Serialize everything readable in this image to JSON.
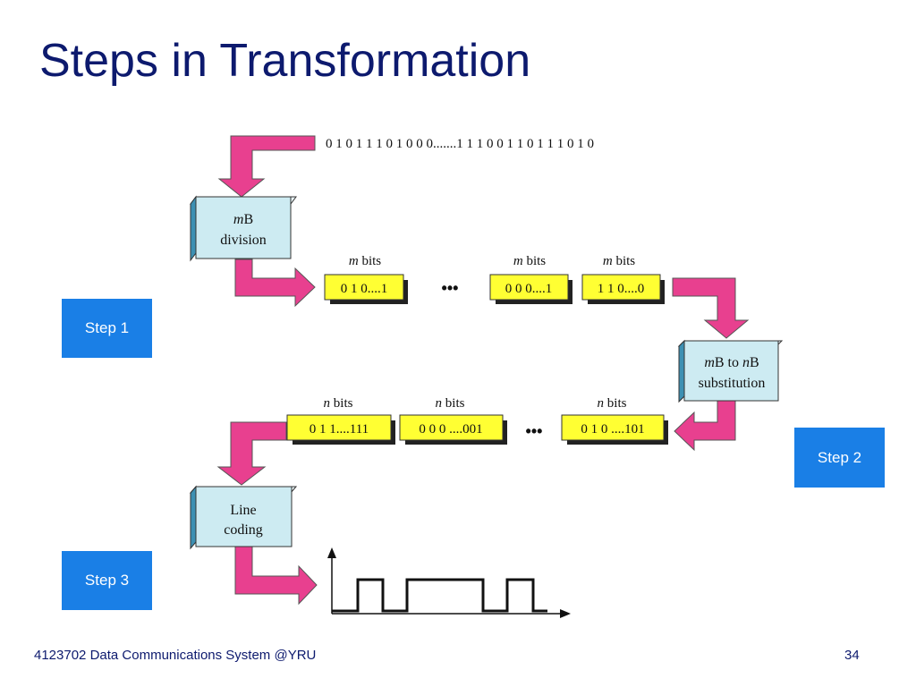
{
  "slide": {
    "title": "Steps in Transformation",
    "footer_left": "4123702 Data Communications System @YRU",
    "page_number": "34"
  },
  "steps": {
    "step1": "Step 1",
    "step2": "Step 2",
    "step3": "Step 3"
  },
  "diagram": {
    "input_bits": "0 1 0 1 1 1 0 1 0 0 0.......1 1 1 0 0 1 1 0 1 1 1 0 1 0",
    "ellipsis": "•••",
    "box_mb_division": {
      "var": "m",
      "line1_suffix": "B",
      "line2": "division"
    },
    "box_substitution": {
      "var1": "m",
      "mid": "B to ",
      "var2": "n",
      "tail": "B",
      "line2": "substitution"
    },
    "box_line_coding": {
      "line1": "Line",
      "line2": "coding"
    },
    "m_blocks": [
      {
        "var": "m",
        "unit": " bits",
        "value": "0 1 0....1"
      },
      {
        "var": "m",
        "unit": " bits",
        "value": "0 0 0....1"
      },
      {
        "var": "m",
        "unit": " bits",
        "value": "1 1 0....0"
      }
    ],
    "n_blocks": [
      {
        "var": "n",
        "unit": " bits",
        "value": "0 1 1....111"
      },
      {
        "var": "n",
        "unit": " bits",
        "value": "0 0 0 ....001"
      },
      {
        "var": "n",
        "unit": " bits",
        "value": "0 1 0 ....101"
      }
    ]
  },
  "colors": {
    "title": "#0d1a6e",
    "arrow_fill": "#e8408f",
    "box_fill": "#cdebf2",
    "bits_fill": "#ffff33",
    "step_fill": "#1a7fe6"
  }
}
